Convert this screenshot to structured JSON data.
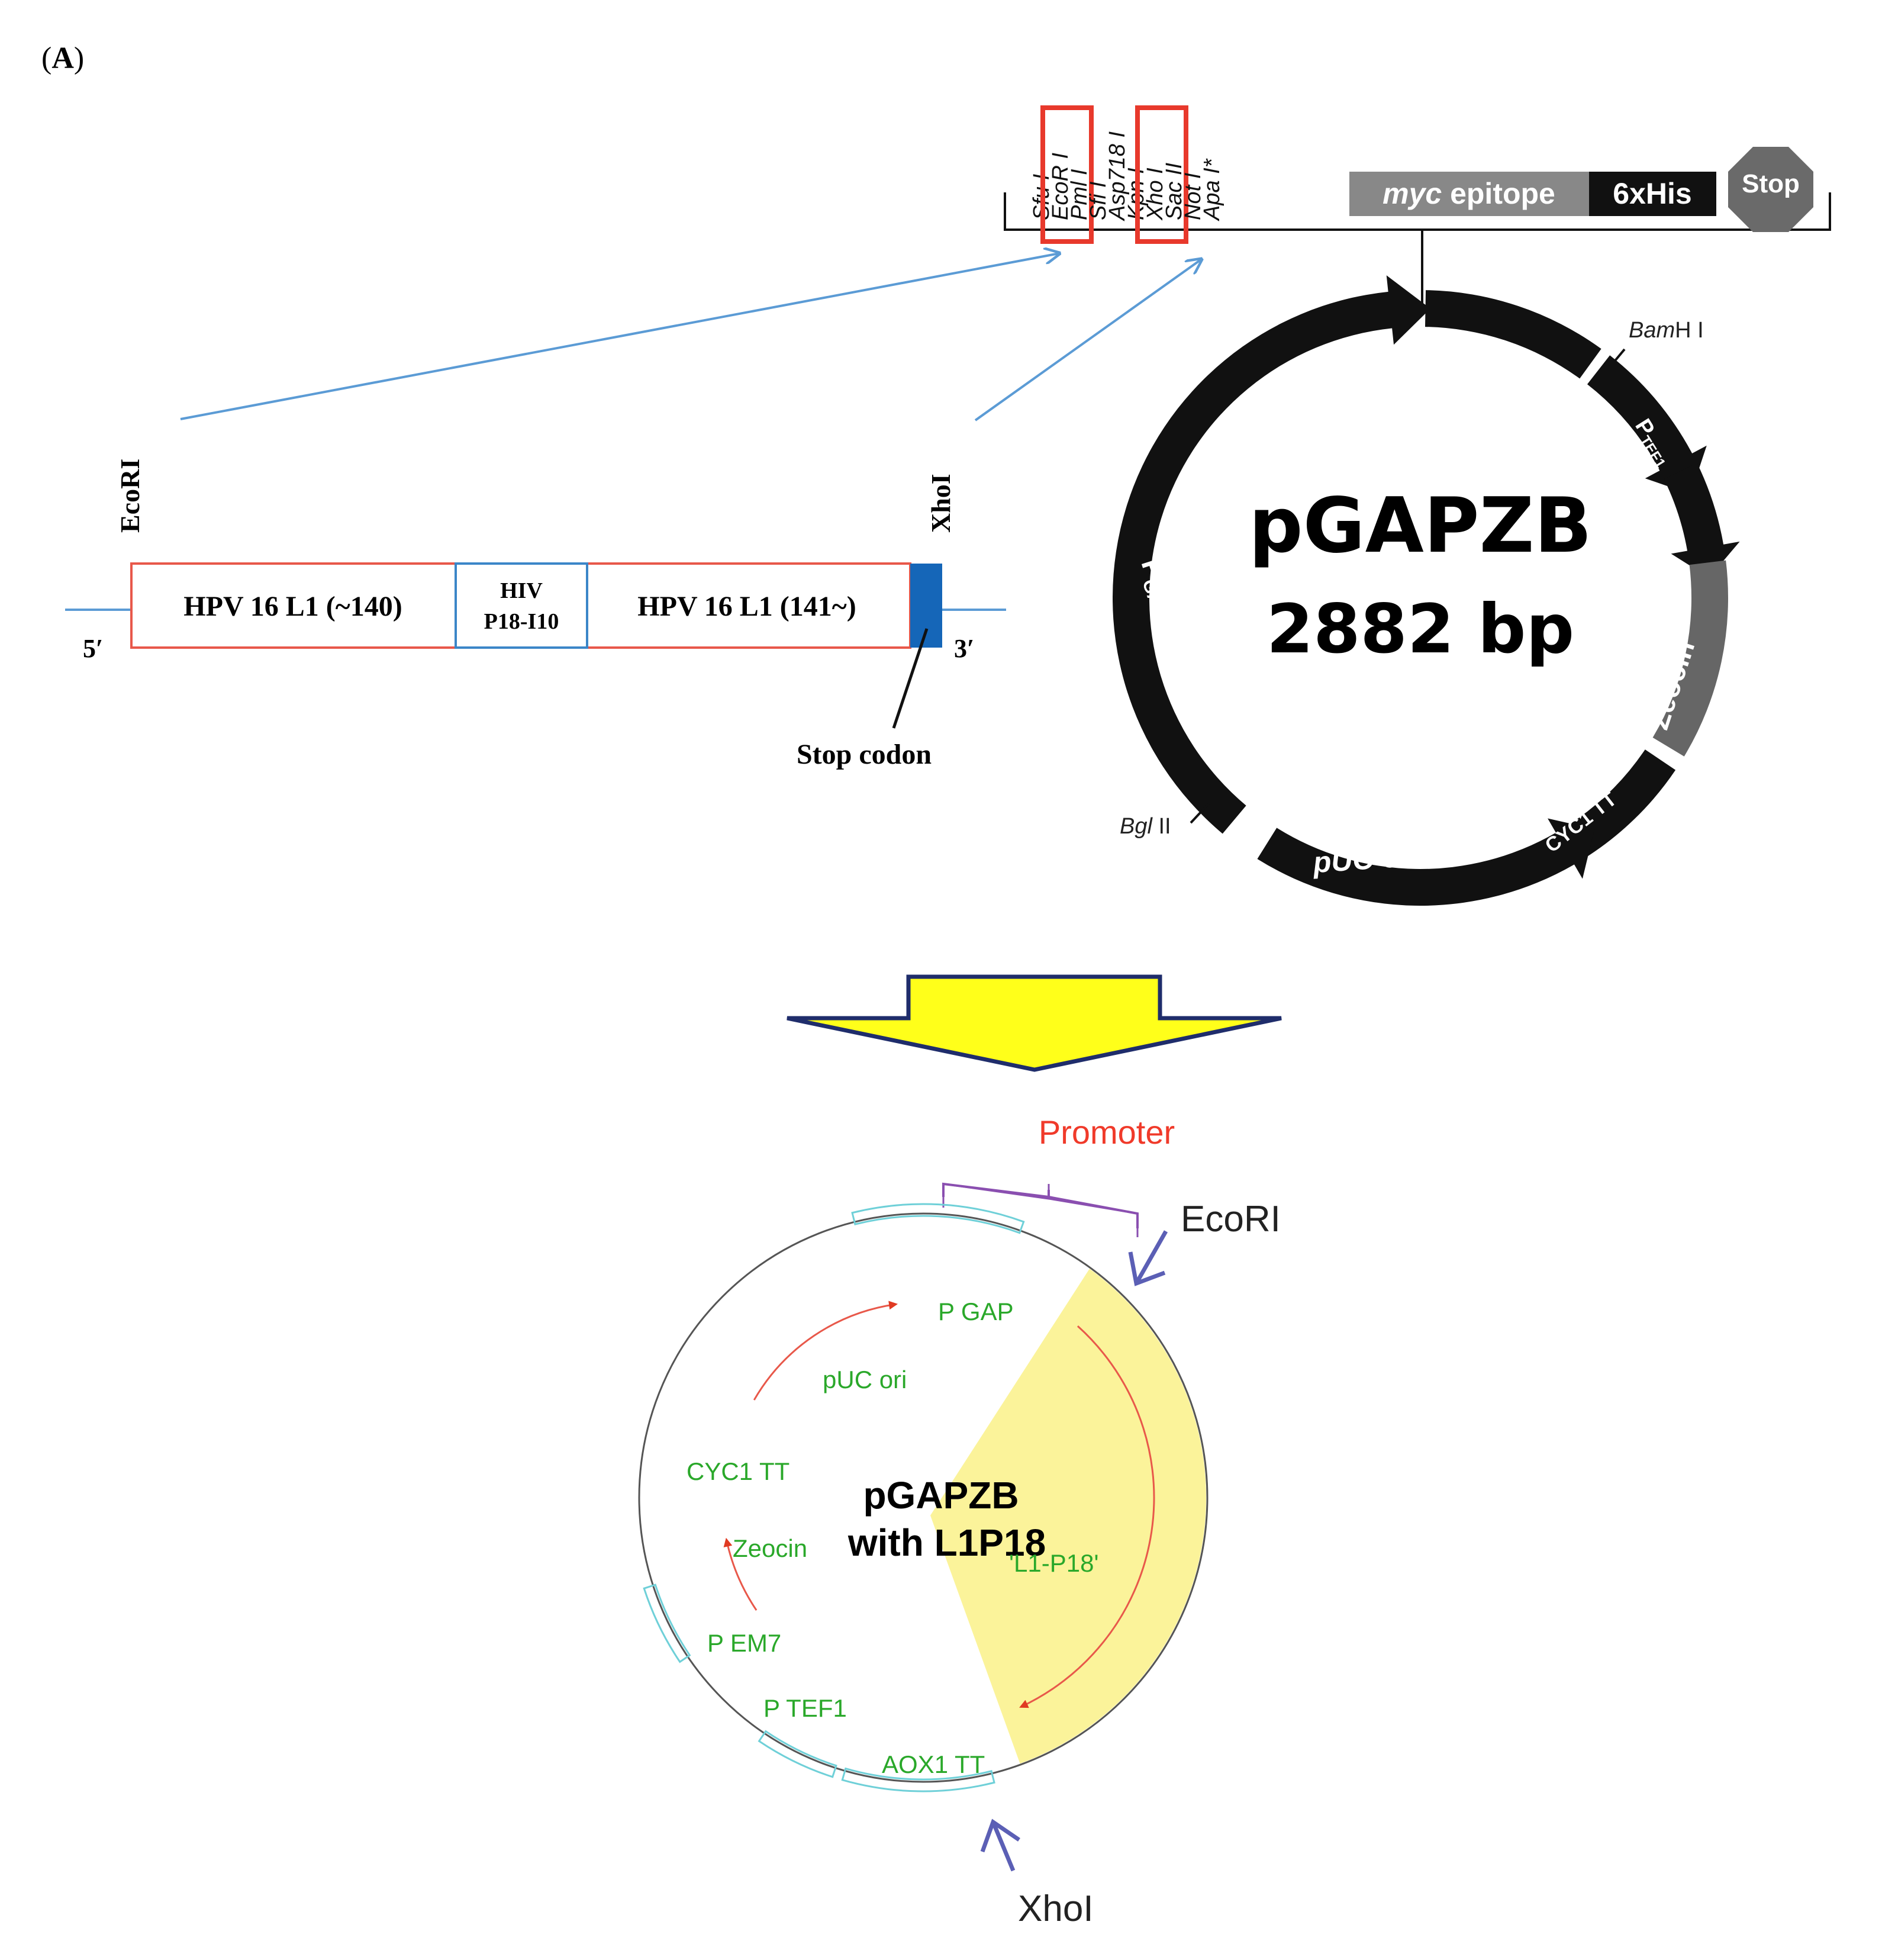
{
  "panel": {
    "label_open": "(",
    "label_letter": "A",
    "label_close": ")"
  },
  "construct": {
    "left_site": "EcoRI",
    "right_site": "XhoI",
    "five_prime": "5′",
    "three_prime": "3′",
    "segment1": "HPV 16 L1 (~140)",
    "insert_line1": "HIV",
    "insert_line2": "P18-I10",
    "segment2": "HPV 16 L1 (141~)",
    "stop_label": "Stop codon",
    "colors": {
      "outline": "#e8584a",
      "insert": "#3b86c8",
      "stop": "#1566b8",
      "line": "#5b9bd5"
    }
  },
  "mcs": {
    "sites": [
      "Sfu I",
      "EcoR I",
      "Pml I",
      "Sfi I",
      "Asp718 I",
      "Kpn I",
      "Xho I",
      "Sac II",
      "Not I",
      "Apa I*"
    ],
    "highlighted": [
      "EcoR I",
      "Xho I"
    ],
    "myc_italic": "myc",
    "myc_rest": " epitope",
    "his": "6xHis",
    "stop": "Stop",
    "highlight_color": "#e8392c"
  },
  "vector": {
    "name": "pGAPZB",
    "size": "2882 bp",
    "bamhi_italic": "Bam",
    "bamhi_rest": "H I",
    "bglii_italic": "Bgl",
    "bglii_rest": " II",
    "features": {
      "aox1": "AOX1 TT",
      "ptef1_p": "P",
      "ptef1_sub": "TEF1",
      "pem7_p": "P",
      "pem7_sub": "EM7",
      "zeocin": "Zeocin",
      "cyc1": "CYC1 TT",
      "puc": "pUC ori",
      "pgap_p": "P",
      "pgap_sub": "GAP"
    }
  },
  "result": {
    "promoter": "Promoter",
    "ecori": "EcoRI",
    "xhoi": "XhoI",
    "title_line1": "pGAPZB",
    "title_line2": "with L1P18",
    "features": {
      "pgap": "P GAP",
      "puc": "pUC ori",
      "cyc1": "CYC1 TT",
      "zeocin": "Zeocin",
      "pem7": "P EM7",
      "ptef1": "P TEF1",
      "aox1": "AOX1 TT",
      "insert": "'L1-P18'"
    },
    "colors": {
      "feature_text": "#2aa82a",
      "promoter": "#f03a2a",
      "arrow": "#5b5fb5",
      "insert_fill": "#fbf39a",
      "bracket": "#8a4fb0",
      "segment": "#6fd0d8"
    }
  }
}
